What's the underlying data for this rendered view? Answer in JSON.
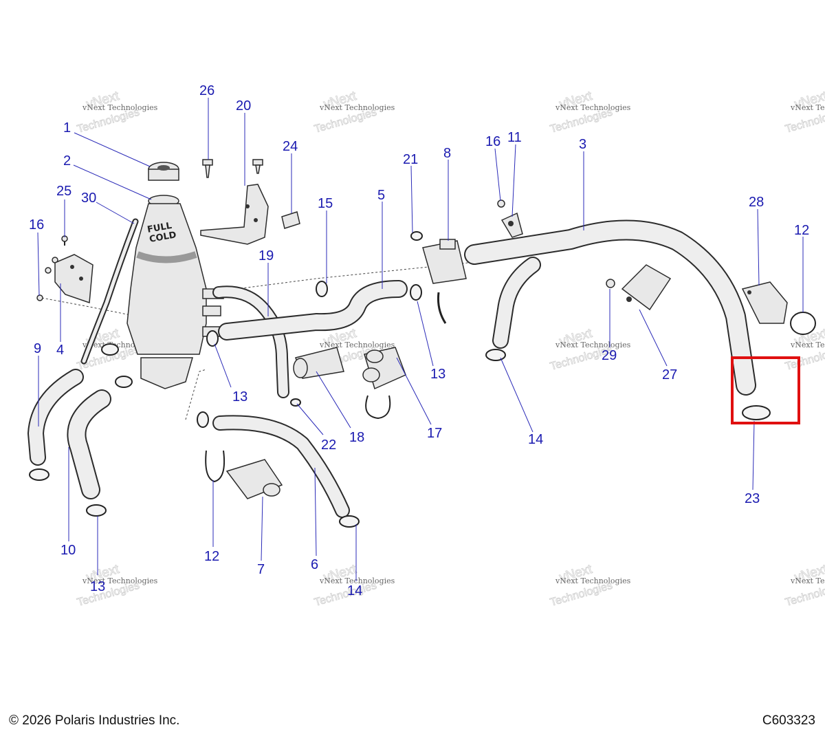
{
  "diagram": {
    "callouts": [
      "1",
      "2",
      "25",
      "30",
      "16",
      "4",
      "9",
      "10",
      "13",
      "26",
      "20",
      "24",
      "19",
      "13",
      "12",
      "7",
      "6",
      "14",
      "15",
      "5",
      "22",
      "18",
      "21",
      "8",
      "13",
      "17",
      "16",
      "11",
      "3",
      "14",
      "29",
      "27",
      "28",
      "12",
      "23"
    ],
    "watermark": {
      "line1": "vNext Technologies",
      "line2": "vNext",
      "line3": "Technologies"
    },
    "highlight_color": "#e01010",
    "callout_color": "#1a1ab0"
  },
  "footer": {
    "copyright": "© 2026 Polaris Industries Inc.",
    "diagram_code": "C603323"
  }
}
